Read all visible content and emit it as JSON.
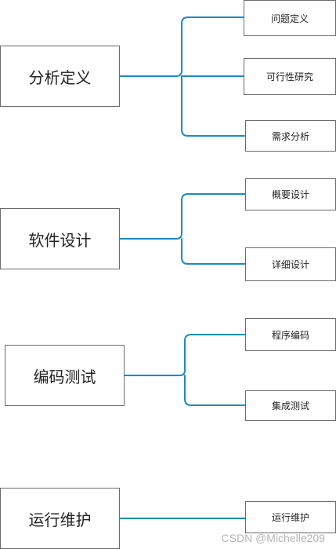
{
  "diagram": {
    "groups": [
      {
        "phase": "分析定义",
        "tasks": [
          "问题定义",
          "可行性研究",
          "需求分析"
        ]
      },
      {
        "phase": "软件设计",
        "tasks": [
          "概要设计",
          "详细设计"
        ]
      },
      {
        "phase": "编码测试",
        "tasks": [
          "程序编码",
          "集成测试"
        ]
      },
      {
        "phase": "运行维护",
        "tasks": [
          "运行维护"
        ]
      }
    ],
    "connector_color": "#1a8cc0"
  },
  "watermark": "CSDN @Michelle209"
}
